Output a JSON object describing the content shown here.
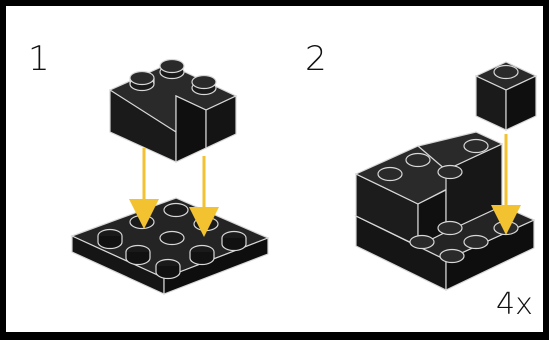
{
  "instructions": {
    "steps": [
      {
        "number": "1"
      },
      {
        "number": "2"
      }
    ],
    "multiplier": "4x"
  },
  "colors": {
    "brick": "#1e1e1e",
    "brick_top": "#2a2a2a",
    "outline": "#d8d8d8",
    "arrow": "#f2c230",
    "background": "#ffffff",
    "frame": "#000000"
  }
}
